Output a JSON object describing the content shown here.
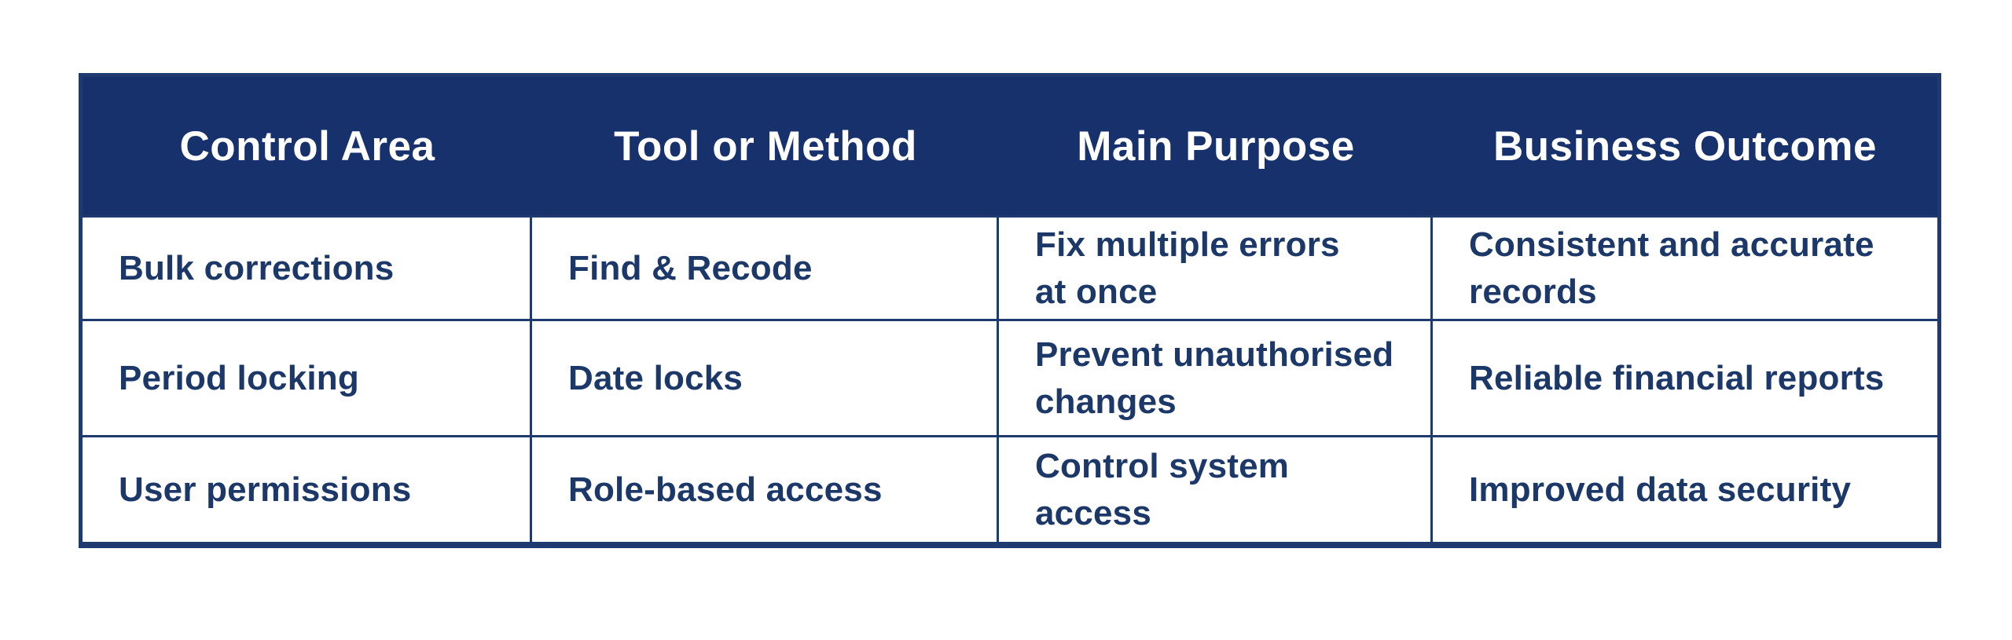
{
  "colors": {
    "header_bg": "#16316B",
    "header_text": "#FFFFFF",
    "cell_text": "#1C3869",
    "border": "#1E3A6E",
    "page_bg": "#FFFFFF"
  },
  "table": {
    "headers": [
      "Control Area",
      "Tool or Method",
      "Main Purpose",
      "Business Outcome"
    ],
    "rows": [
      [
        "Bulk corrections",
        "Find & Recode",
        "Fix multiple errors\nat once",
        "Consistent and accurate\nrecords"
      ],
      [
        "Period locking",
        "Date locks",
        "Prevent unauthorised\nchanges",
        "Reliable financial reports"
      ],
      [
        "User permissions",
        "Role-based access",
        "Control system access",
        "Improved data security"
      ]
    ]
  },
  "chart_data": {
    "type": "table",
    "title": "",
    "columns": [
      "Control Area",
      "Tool or Method",
      "Main Purpose",
      "Business Outcome"
    ],
    "rows": [
      [
        "Bulk corrections",
        "Find & Recode",
        "Fix multiple errors at once",
        "Consistent and accurate records"
      ],
      [
        "Period locking",
        "Date locks",
        "Prevent unauthorised changes",
        "Reliable financial reports"
      ],
      [
        "User permissions",
        "Role-based access",
        "Control system access",
        "Improved data security"
      ]
    ],
    "layout_hints": {
      "header_style": "navy band, white bold centered text",
      "body_style": "white cells, navy semibold left-aligned text, navy grid borders",
      "grid": "on"
    }
  }
}
